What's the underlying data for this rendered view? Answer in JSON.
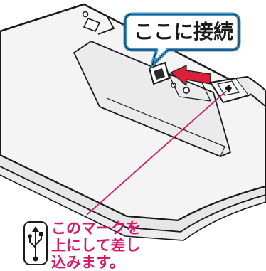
{
  "callout": {
    "label": "ここに接続"
  },
  "note": {
    "lines": [
      "このマークを",
      "上にして差し",
      "込みます。"
    ]
  },
  "icons": {
    "usb": "usb-icon",
    "insert_arrow": "insert-arrow-icon"
  },
  "colors": {
    "accent_magenta": "#d6166b",
    "arrow_red": "#d8203b",
    "callout_blue": "#3d9bd6",
    "outline": "#1a1a1a"
  }
}
